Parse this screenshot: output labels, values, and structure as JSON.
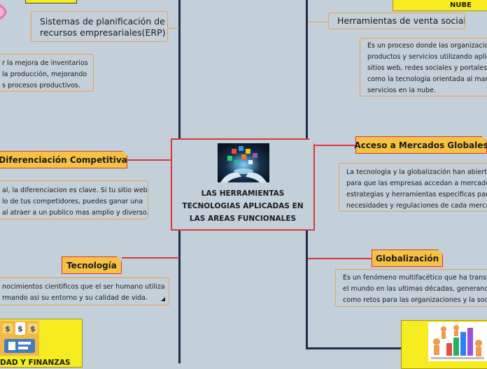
{
  "central": {
    "title_lines": [
      "LAS HERRAMIENTAS",
      "TECNOLOGIAS APLICADAS EN",
      "LAS AREAS FUNCIONALES"
    ]
  },
  "left": {
    "erp": {
      "label_lines": [
        "Sistemas de planificación de",
        "recursos empresariales(ERP)"
      ],
      "note_lines": [
        "r la mejora de inventarios",
        "la producción, mejorando",
        "s procesos productivos."
      ]
    },
    "diferenciacion": {
      "label": "Diferenciación Competitiva",
      "note_lines": [
        "al, la diferenciacion es clave. Si tu sitio web",
        " lo de tus competidores, puedes ganar una",
        "al atraer a un publico mas amplio y diverso."
      ]
    },
    "tecnologia": {
      "label": "Tecnología",
      "note_lines": [
        "nocimientos cientificos que el ser humano utiliza",
        "rmando asi su entorno y su calidad de vida."
      ]
    },
    "contabilidad": {
      "label": "DAD Y FINANZAS"
    }
  },
  "right": {
    "nube": {
      "label": "NUBE"
    },
    "venta_social": {
      "label": "Herramientas de venta social",
      "note_lines": [
        "Es un proceso donde las organizacion",
        "productos y servicios utilizando aplic",
        "sitios web, redes sociales y portales e",
        "como la tecnologia orientada al mark",
        "servicios en la nube."
      ]
    },
    "acceso": {
      "label": "Acceso a Mercados Globales",
      "note_lines": [
        "La tecnologia y la globalización han abierto",
        "para que las empresas accedan a mercados",
        "estrategias y herramientas  especificas para",
        "necesidades y regulaciones de cada mercad"
      ]
    },
    "globalizacion": {
      "label": "Globalización",
      "note_lines": [
        "Es un fenómeno multifacético que ha transfo",
        "el mundo en las ultimas décadas, generando",
        "como retos para las organizaciones y la soci"
      ]
    }
  },
  "colors": {
    "background": "#c3cfd9",
    "branch_dark": "#1f2d44",
    "connector_red": "#d9383a",
    "topic_fill": "#f5c243",
    "note_border": "#e8a050",
    "highlight_yellow": "#f7ec1f"
  }
}
